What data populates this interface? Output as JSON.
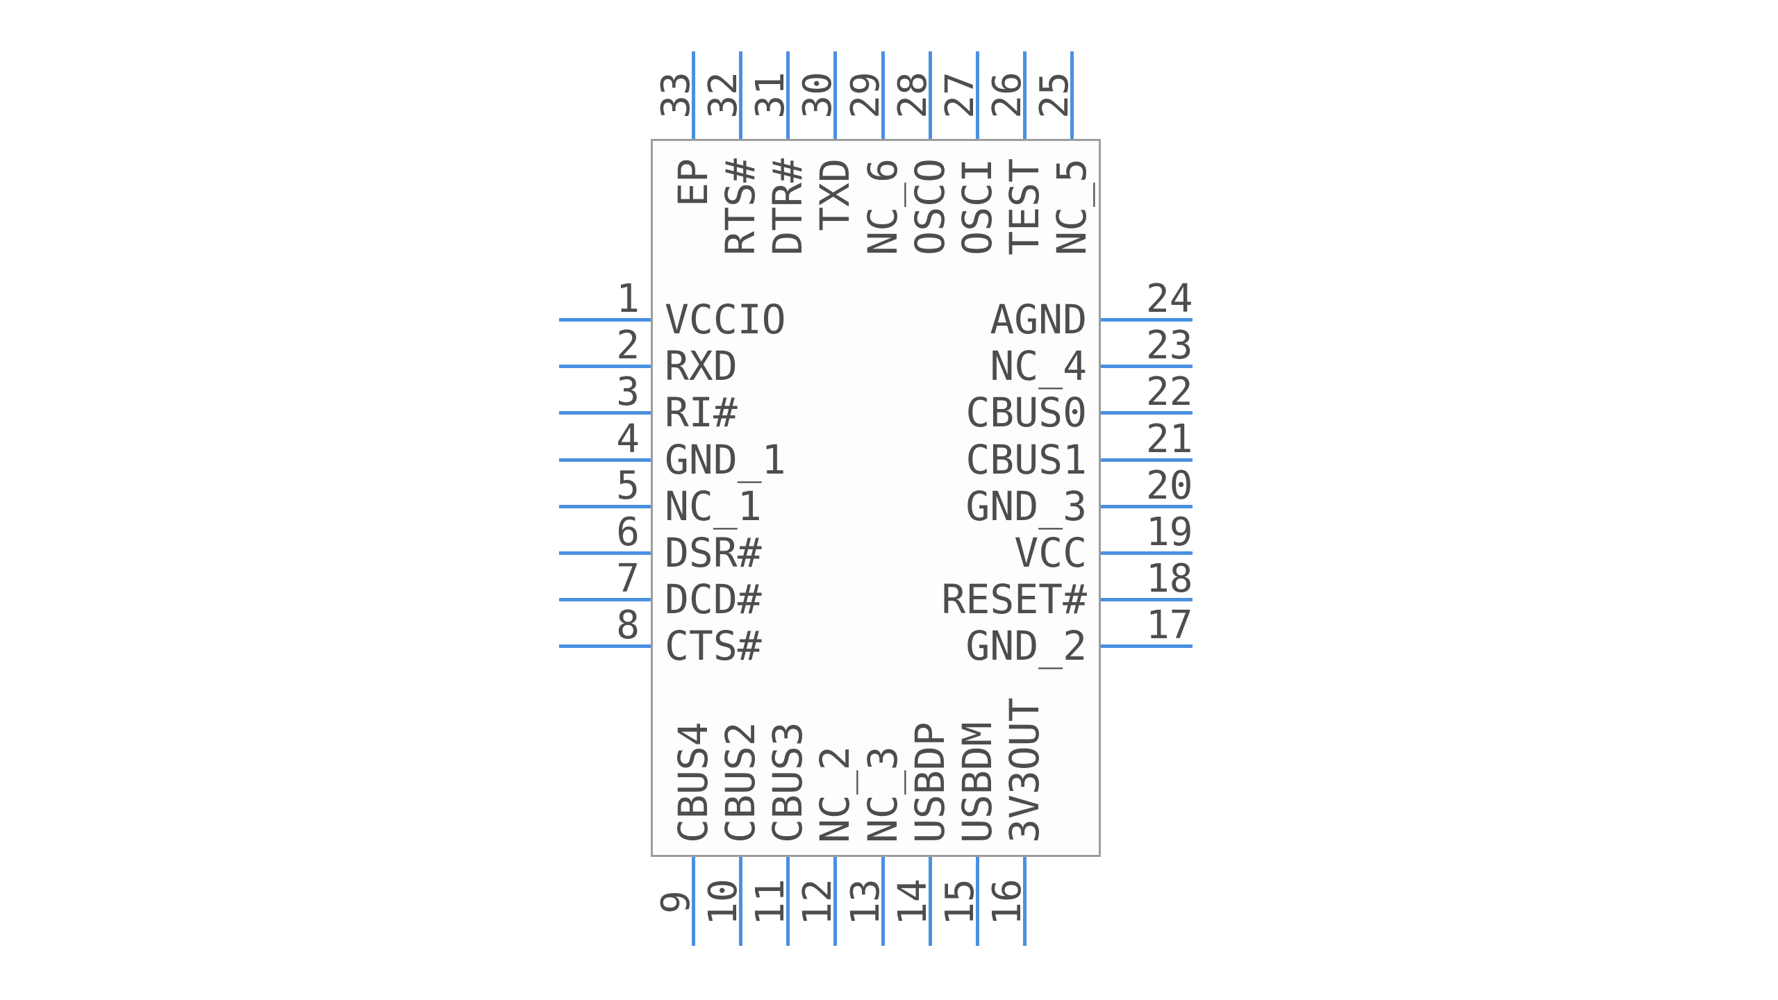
{
  "colors": {
    "pin_line": "#4a90e2",
    "text": "#4d4d4d",
    "body_border": "#9d9d9d",
    "body_fill": "#fdfdfd",
    "background": "#ffffff"
  },
  "pins": {
    "left": [
      {
        "number": "1",
        "name": "VCCIO"
      },
      {
        "number": "2",
        "name": "RXD"
      },
      {
        "number": "3",
        "name": "RI#"
      },
      {
        "number": "4",
        "name": "GND_1"
      },
      {
        "number": "5",
        "name": "NC_1"
      },
      {
        "number": "6",
        "name": "DSR#"
      },
      {
        "number": "7",
        "name": "DCD#"
      },
      {
        "number": "8",
        "name": "CTS#"
      }
    ],
    "right": [
      {
        "number": "24",
        "name": "AGND"
      },
      {
        "number": "23",
        "name": "NC_4"
      },
      {
        "number": "22",
        "name": "CBUS0"
      },
      {
        "number": "21",
        "name": "CBUS1"
      },
      {
        "number": "20",
        "name": "GND_3"
      },
      {
        "number": "19",
        "name": "VCC"
      },
      {
        "number": "18",
        "name": "RESET#"
      },
      {
        "number": "17",
        "name": "GND_2"
      }
    ],
    "top": [
      {
        "number": "33",
        "name": "EP"
      },
      {
        "number": "32",
        "name": "RTS#"
      },
      {
        "number": "31",
        "name": "DTR#"
      },
      {
        "number": "30",
        "name": "TXD"
      },
      {
        "number": "29",
        "name": "NC_6"
      },
      {
        "number": "28",
        "name": "OSCO"
      },
      {
        "number": "27",
        "name": "OSCI"
      },
      {
        "number": "26",
        "name": "TEST"
      },
      {
        "number": "25",
        "name": "NC_5"
      }
    ],
    "bottom": [
      {
        "number": "9",
        "name": "CBUS4"
      },
      {
        "number": "10",
        "name": "CBUS2"
      },
      {
        "number": "11",
        "name": "CBUS3"
      },
      {
        "number": "12",
        "name": "NC_2"
      },
      {
        "number": "13",
        "name": "NC_3"
      },
      {
        "number": "14",
        "name": "USBDP"
      },
      {
        "number": "15",
        "name": "USBDM"
      },
      {
        "number": "16",
        "name": "3V3OUT"
      }
    ]
  }
}
